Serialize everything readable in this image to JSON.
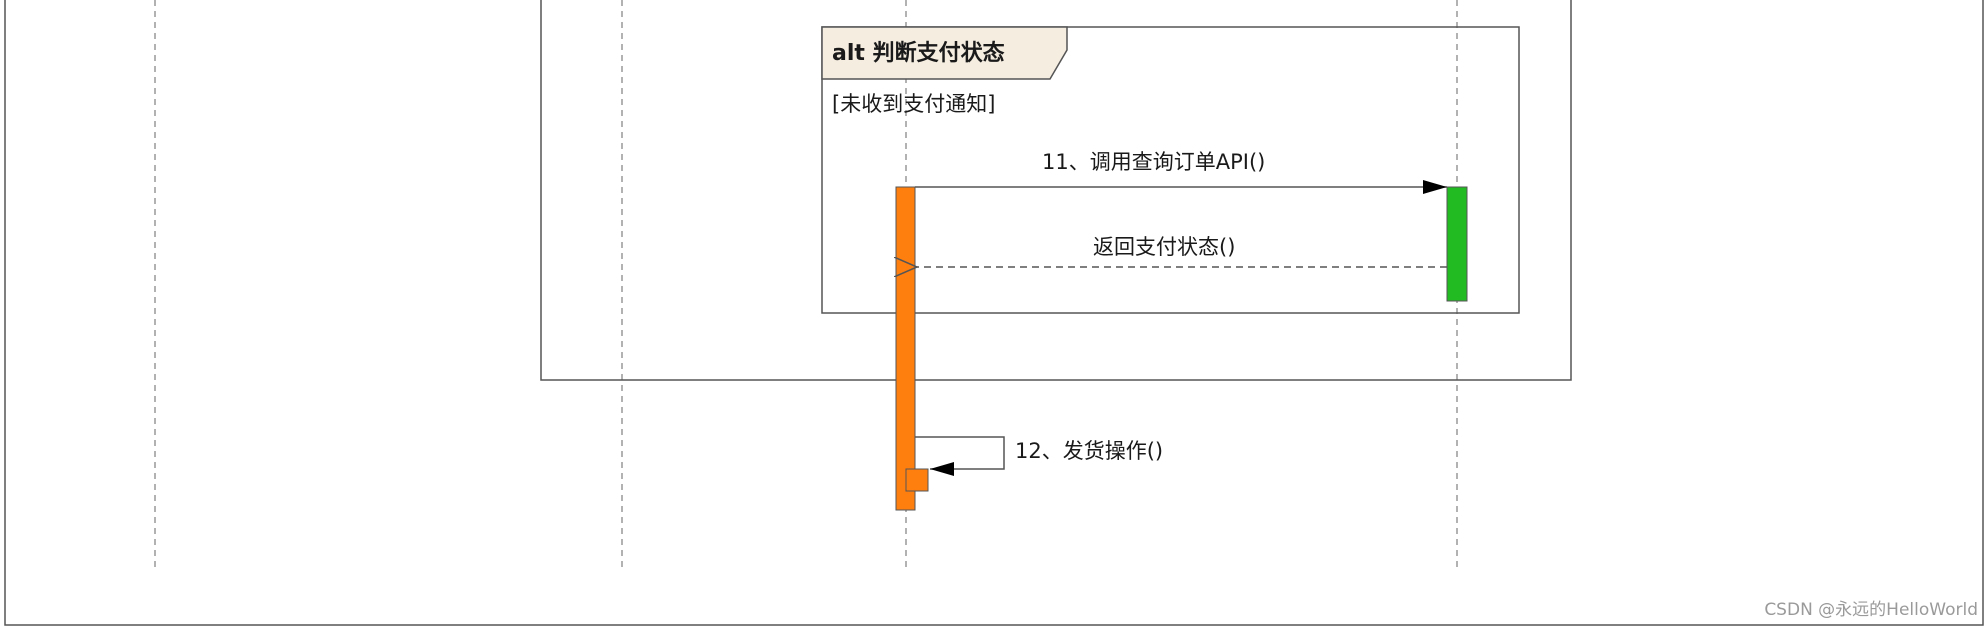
{
  "alt_frame": {
    "operator": "alt 判断支付状态",
    "guard": "[未收到支付通知]"
  },
  "messages": {
    "call_query": "11、调用查询订单API()",
    "return_status": "返回支付状态()",
    "self_ship": "12、发货操作()"
  },
  "watermark": "CSDN @永远的HelloWorld",
  "colors": {
    "activation_primary": "#ff7f0e",
    "activation_secondary": "#22bb22",
    "frame_tab_fill": "#f5ede0"
  }
}
